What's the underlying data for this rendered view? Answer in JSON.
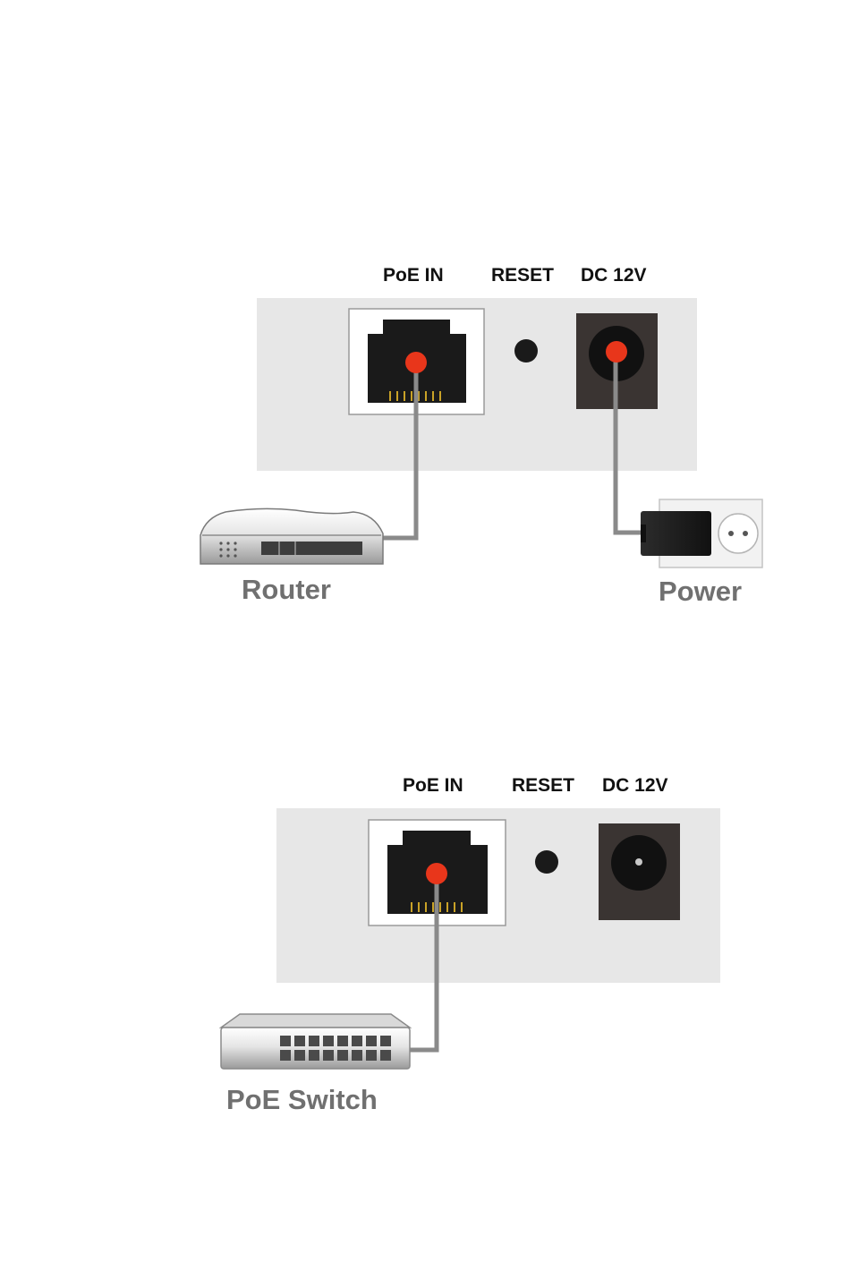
{
  "scenario_dc_power": {
    "port_labels": {
      "poe_in": "PoE IN",
      "reset": "RESET",
      "dc": "DC 12V"
    },
    "devices": {
      "router": "Router",
      "power": "Power"
    }
  },
  "scenario_poe_switch": {
    "port_labels": {
      "poe_in": "PoE IN",
      "reset": "RESET",
      "dc": "DC 12V"
    },
    "devices": {
      "poe_switch": "PoE Switch"
    }
  },
  "colors": {
    "panel": "#e7e7e7",
    "cable": "#8a8a8a",
    "connection_dot": "#e8361b",
    "jack": "#1a1a1a",
    "rj45_pins": "#c9a227",
    "label_gray": "#707070"
  },
  "icons": [
    "rj45-port-icon",
    "reset-button-icon",
    "dc-jack-icon",
    "router-icon",
    "wall-outlet-icon",
    "power-plug-icon",
    "poe-switch-icon"
  ]
}
